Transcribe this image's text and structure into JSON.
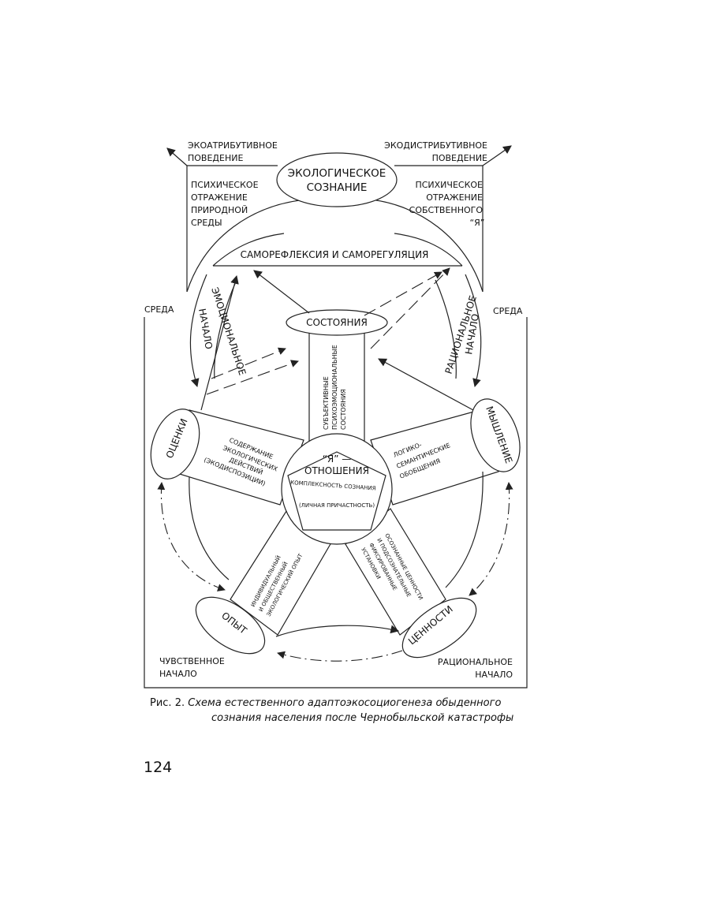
{
  "diagram": {
    "eco_consciousness": [
      "ЭКОЛОГИЧЕСКОЕ",
      "СОЗНАНИЕ"
    ],
    "ecoattributive": [
      "ЭКОАТРИБУТИВНОЕ",
      "ПОВЕДЕНИЕ"
    ],
    "ecodistributive": [
      "ЭКОДИСТРИБУТИВНОЕ",
      "ПОВЕДЕНИЕ"
    ],
    "reflection_nature": [
      "ПСИХИЧЕСКОЕ",
      "ОТРАЖЕНИЕ",
      "ПРИРОДНОЙ",
      "СРЕДЫ"
    ],
    "reflection_self": [
      "ПСИХИЧЕСКОЕ",
      "ОТРАЖЕНИЕ",
      "СОБСТВЕННОГО",
      "“Я”"
    ],
    "self_reflection": "САМОРЕФЛЕКСИЯ И САМОРЕГУЛЯЦИЯ",
    "environment_left": "СРЕДА",
    "environment_right": "СРЕДА",
    "emotional_principle": [
      "ЭМОЦИОНАЛЬНОЕ",
      "НАЧАЛО"
    ],
    "rational_principle_arc": [
      "РАЦИОНАЛЬНОЕ",
      "НАЧАЛО"
    ],
    "states": "СОСТОЯНИЯ",
    "subjective_states": [
      "СУБЪЕКТИВНЫЕ",
      "ПСИХОЭМОЦИОНАЛЬНЫЕ",
      "СОСТОЯНИЯ"
    ],
    "assessments": "ОЦЕНКИ",
    "thinking": "МЫШЛЕНИЕ",
    "experience": "ОПЫТ",
    "values": "ЦЕННОСТИ",
    "content_actions": [
      "СОДЕРЖАНИЕ",
      "ЭКОЛОГИЧЕСКИХ",
      "ДЕЙСТВИЙ",
      "(ЭКОДИСПОЗИЦИИ)"
    ],
    "logical_semantic": [
      "ЛОГИКО-",
      "СЕМАНТИЧЕСКИЕ",
      "ОБОБЩЕНИЯ"
    ],
    "individual_experience": [
      "ИНДИВИДУАЛЬНЫЙ",
      "И ОБЩЕСТВЕННЫЙ",
      "ЭКОЛОГИЧЕСКИЙ ОПЫТ"
    ],
    "conscious_values": [
      "ОСОЗНАННЫЕ ЦЕННОСТИ",
      "И ПОДСОЗНАТЕЛЬНЫЕ",
      "ФИКСИРОВАННЫЕ",
      "УСТАНОВКИ"
    ],
    "self_relations": [
      "“Я” —",
      "ОТНОШЕНИЯ"
    ],
    "completeness": "КОМПЛЕКСНОСТЬ СОЗНАНИЯ",
    "personal_involvement": "(ЛИЧНАЯ ПРИЧАСТНОСТЬ)",
    "sensory_principle": [
      "ЧУВСТВЕННОЕ",
      "НАЧАЛО"
    ],
    "rational_principle": [
      "РАЦИОНАЛЬНОЕ",
      "НАЧАЛО"
    ]
  },
  "caption": {
    "number": "Рис. 2.",
    "text_line1": "Схема естественного адаптоэкосоциогенеза обыденного",
    "text_line2": "сознания населения после Чернобыльской катастрофы"
  },
  "page_number": "124"
}
